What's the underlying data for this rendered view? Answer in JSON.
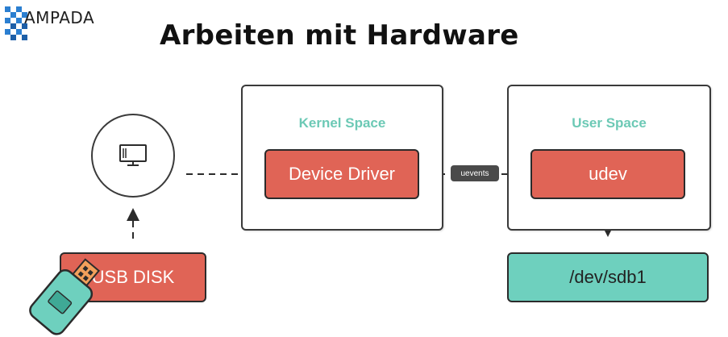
{
  "header": {
    "logo_text": "AMPADA",
    "title": "Arbeiten mit Hardware"
  },
  "diagram": {
    "kernel_space_label": "Kernel Space",
    "user_space_label": "User Space",
    "device_driver_label": "Device Driver",
    "udev_label": "udev",
    "usb_disk_label": "USB DISK",
    "dev_node_label": "/dev/sdb1",
    "uevents_label": "uevents",
    "computer_icon": "monitor-icon",
    "usb_icon": "usb-stick-icon"
  },
  "colors": {
    "accent_teal": "#6ed0be",
    "panel_label_teal": "#6cc9b5",
    "box_red": "#e06456",
    "logo_blue": "#2b7fd1"
  }
}
